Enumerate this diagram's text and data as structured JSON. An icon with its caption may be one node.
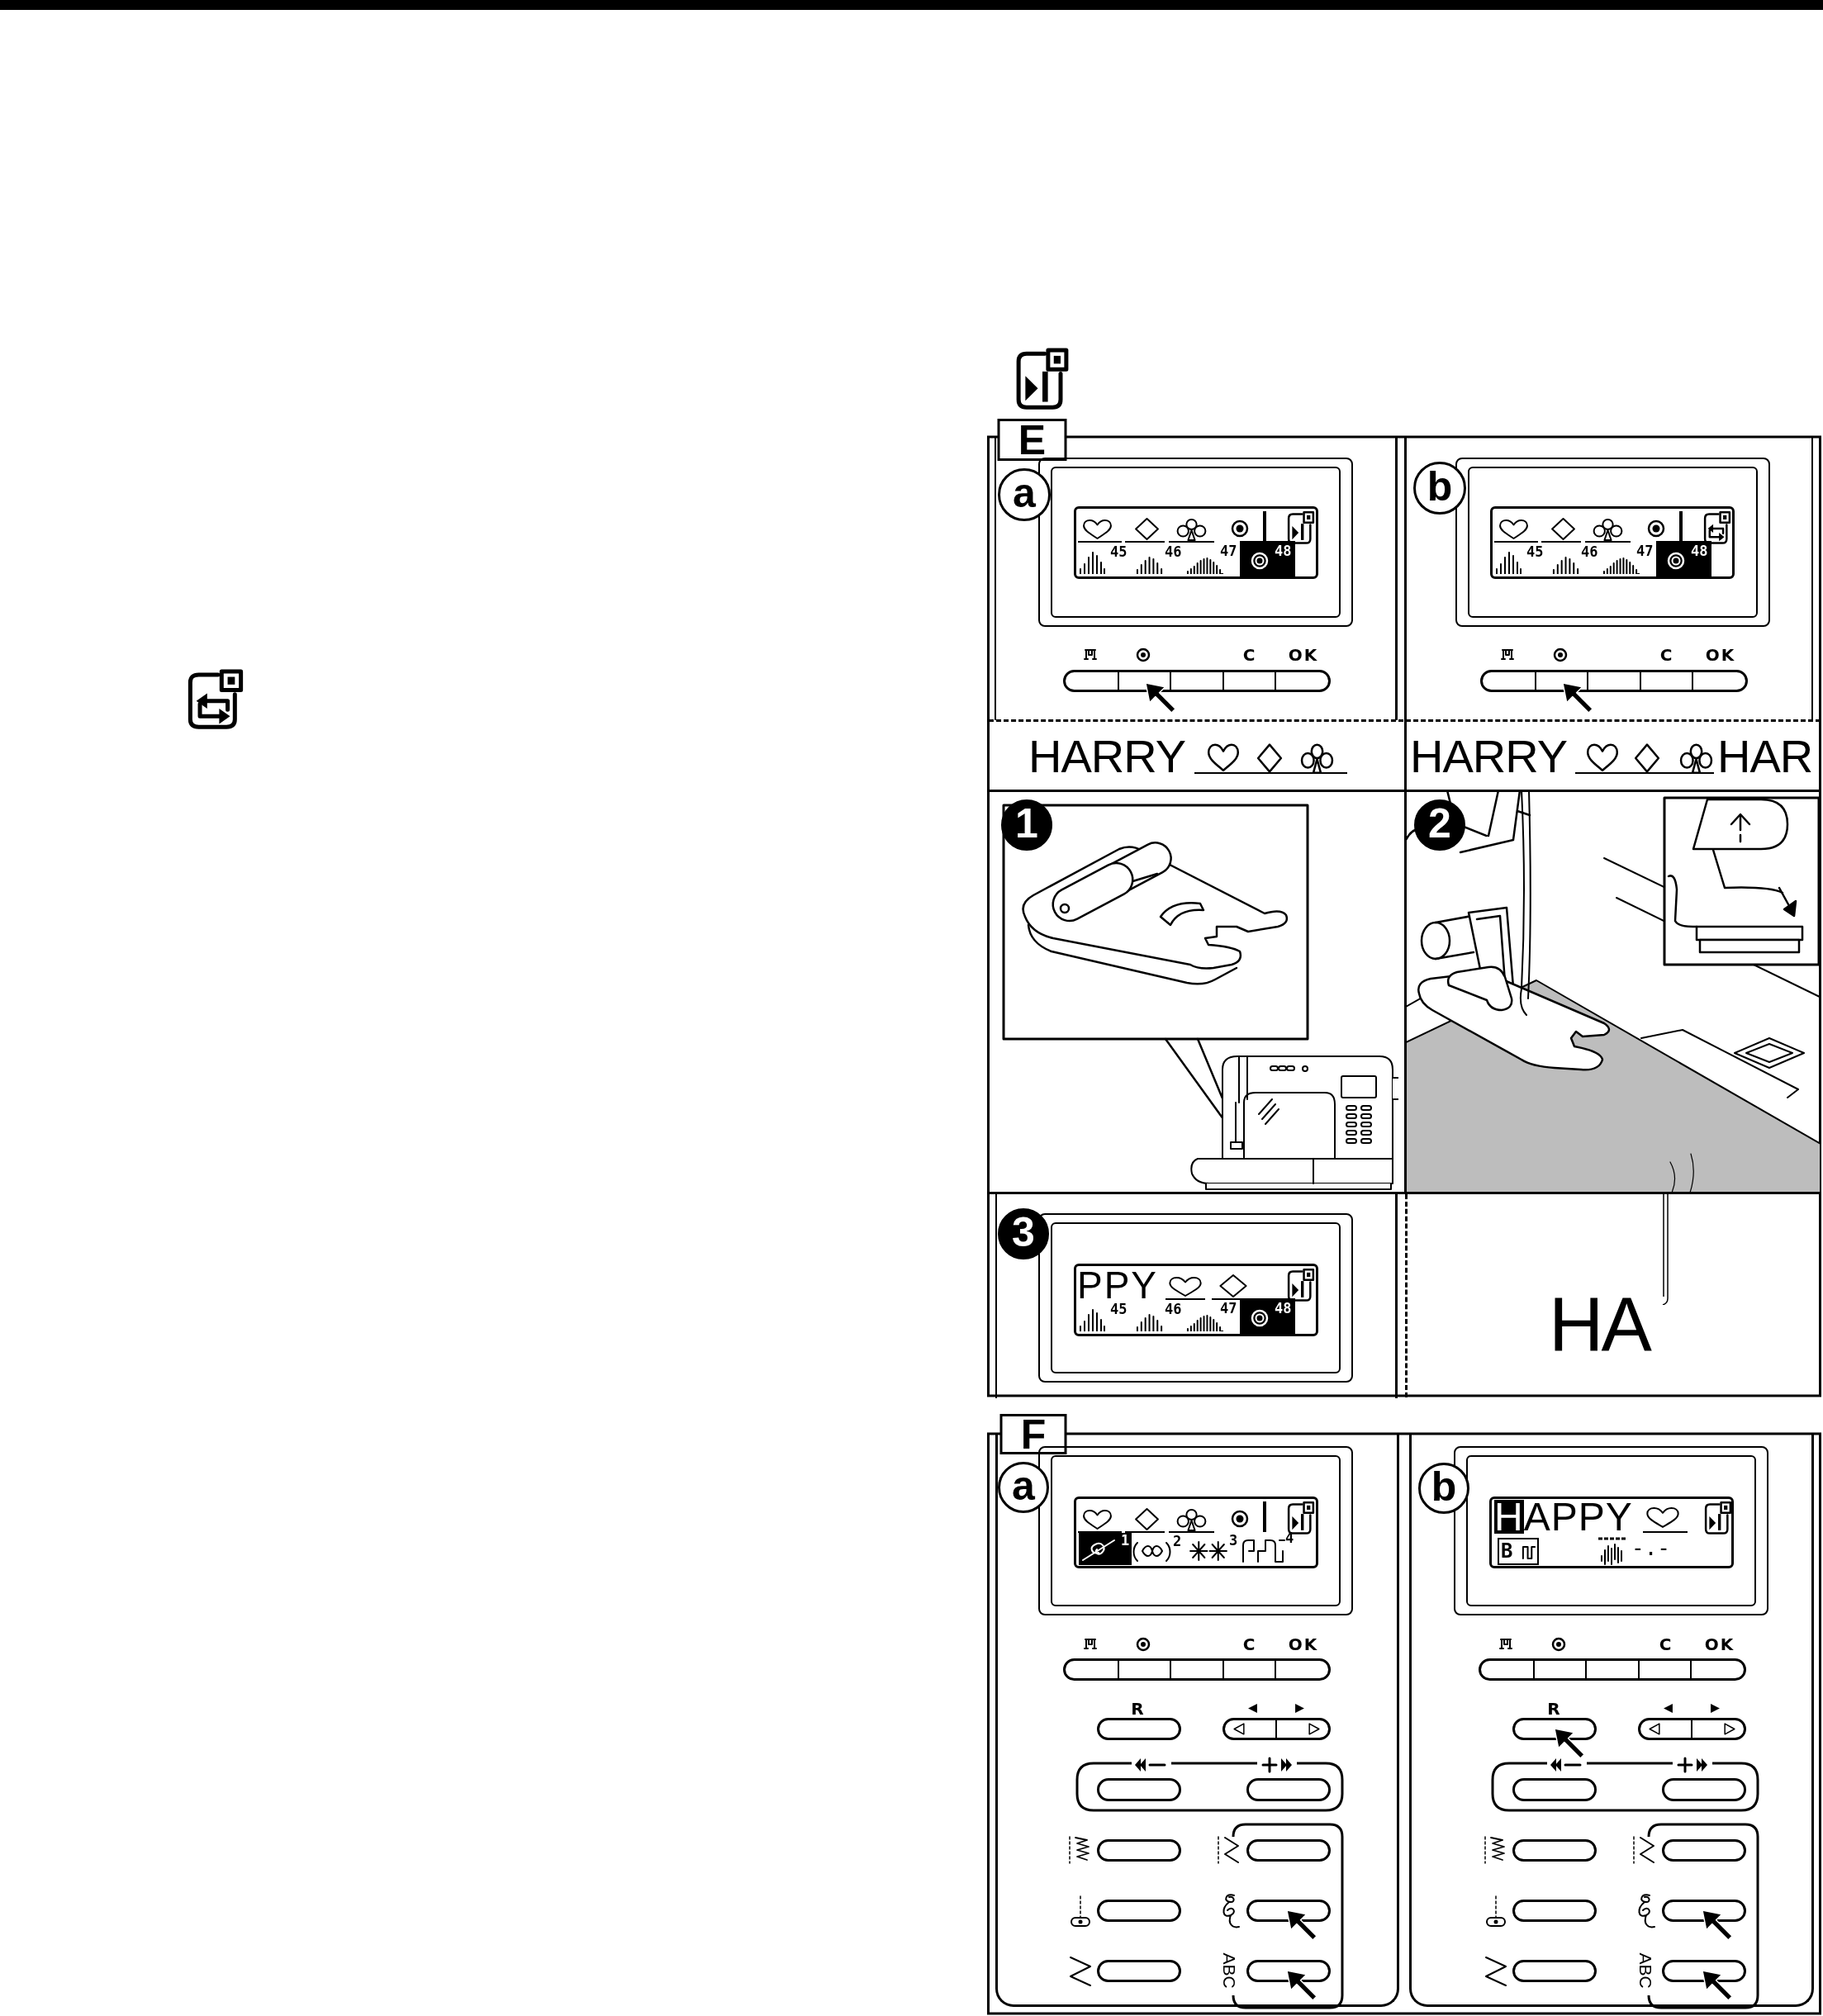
{
  "diagram": {
    "nodes": [
      {
        "text": [
          "E"
        ]
      },
      {
        "text": [
          "a"
        ],
        "in": 0
      },
      {
        "text": [
          "45",
          "46",
          "47",
          "48"
        ],
        "in": 0
      },
      {
        "text": [
          "b"
        ],
        "in": 0
      },
      {
        "text": [
          "45",
          "46",
          "47",
          "48"
        ],
        "in": 0
      },
      {
        "text": [
          "1"
        ],
        "in": 0
      },
      {
        "text": [
          "2"
        ],
        "in": 0
      },
      {
        "text": [
          "3"
        ],
        "in": 0
      },
      {
        "text": [
          "PPY",
          "45",
          "46",
          "47",
          "48"
        ],
        "in": 0
      },
      {
        "text": [
          "F"
        ]
      },
      {
        "text": [
          "a"
        ],
        "in": 9
      },
      {
        "text": [
          "1",
          "2",
          "3",
          "4"
        ],
        "in": 9
      },
      {
        "text": [
          "b"
        ],
        "in": 9
      },
      {
        "text": [
          "HAPPY",
          "B",
          "-.-"
        ],
        "in": 9
      }
    ],
    "labels": [
      "C",
      "OK",
      "C",
      "OK",
      "HARRY",
      "HARRY",
      "HAR",
      "HA",
      "C",
      "OK",
      "C",
      "OK",
      "R",
      "R",
      "ABC",
      "ABC"
    ]
  }
}
